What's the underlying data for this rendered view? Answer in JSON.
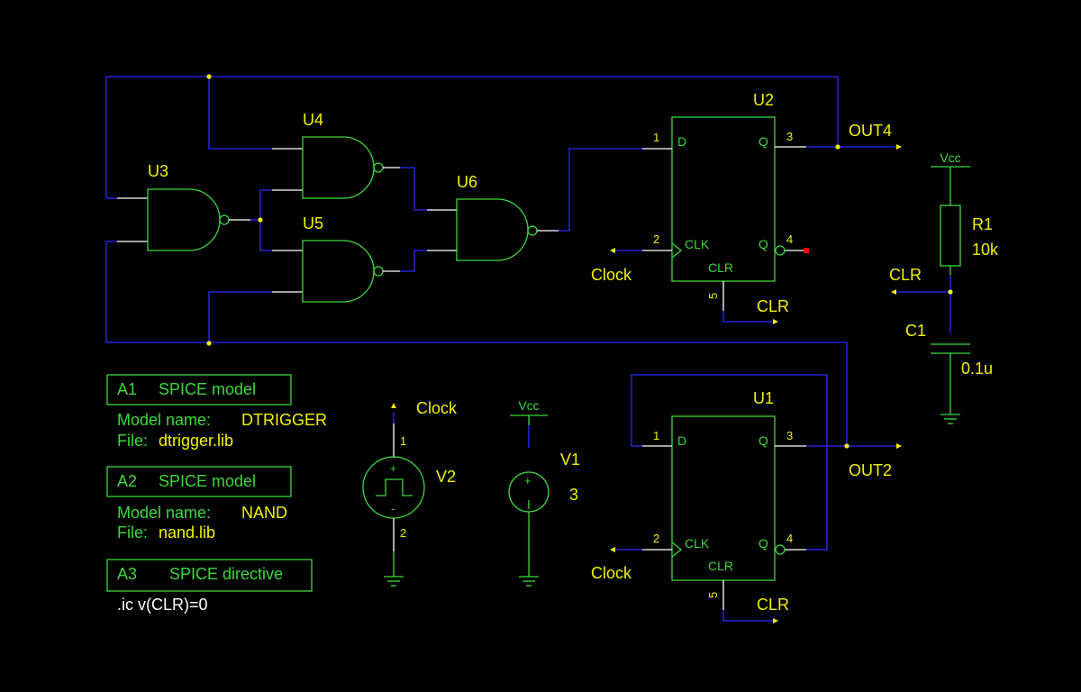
{
  "colors": {
    "background": "#000000",
    "wire": "#2b2bff",
    "component": "#3bd83b",
    "label": "#f2f200",
    "pin_lead": "#ffffff",
    "junction": "#f2f200",
    "error_marker": "#ff0000"
  },
  "components": {
    "u3": {
      "ref": "U3"
    },
    "u4": {
      "ref": "U4"
    },
    "u5": {
      "ref": "U5"
    },
    "u6": {
      "ref": "U6"
    },
    "u2": {
      "ref": "U2",
      "d": "D",
      "q": "Q",
      "clk": "CLK",
      "qbar": "Q",
      "clr": "CLR",
      "pin1": "1",
      "pin2": "2",
      "pin3": "3",
      "pin4": "4",
      "pin5": "5"
    },
    "u1": {
      "ref": "U1",
      "d": "D",
      "q": "Q",
      "clk": "CLK",
      "qbar": "Q",
      "clr": "CLR",
      "pin1": "1",
      "pin2": "2",
      "pin3": "3",
      "pin4": "4",
      "pin5": "5"
    },
    "r1": {
      "ref": "R1",
      "value": "10k"
    },
    "c1": {
      "ref": "C1",
      "value": "0.1u"
    },
    "v1": {
      "ref": "V1",
      "value": "3",
      "plus": "+"
    },
    "v2": {
      "ref": "V2",
      "pin1": "1",
      "pin2": "2",
      "plus": "+",
      "minus": "-"
    }
  },
  "nets": {
    "out4": "OUT4",
    "out2": "OUT2",
    "clock_u2": "Clock",
    "clock_u1": "Clock",
    "clock_v2": "Clock",
    "clr_u2": "CLR",
    "clr_u1": "CLR",
    "clr_rc": "CLR",
    "vcc_r1": "Vcc",
    "vcc_v1": "Vcc"
  },
  "annotations": {
    "a1": {
      "id": "A1",
      "type": "SPICE model",
      "line1_label": "Model name:",
      "line1_value": "DTRIGGER",
      "line2_label": "File:",
      "line2_value": "dtrigger.lib"
    },
    "a2": {
      "id": "A2",
      "type": "SPICE model",
      "line1_label": "Model name:",
      "line1_value": "NAND",
      "line2_label": "File:",
      "line2_value": "nand.lib"
    },
    "a3": {
      "id": "A3",
      "type": "SPICE directive",
      "directive": ".ic v(CLR)=0"
    }
  }
}
